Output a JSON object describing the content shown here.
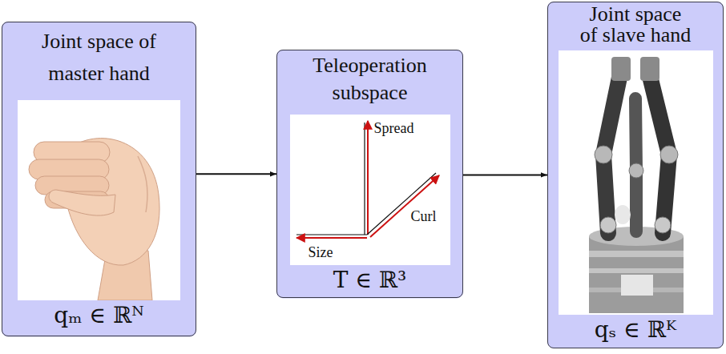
{
  "diagram": {
    "nodes": [
      {
        "text": [
          "Joint space of master hand",
          "qₘ ∈ ℝᴺ"
        ]
      },
      {
        "text": [
          "Teleoperation subspace",
          "T ∈ ℝ³"
        ]
      },
      {
        "text": [
          "Joint space of slave hand",
          "qₛ ∈ ℝᴷ"
        ]
      }
    ],
    "edges": [
      {
        "from": 0,
        "to": 1,
        "arrow": "to"
      },
      {
        "from": 1,
        "to": 2,
        "arrow": "to"
      }
    ],
    "labels": [
      "Spread",
      "Curl",
      "Size"
    ]
  }
}
